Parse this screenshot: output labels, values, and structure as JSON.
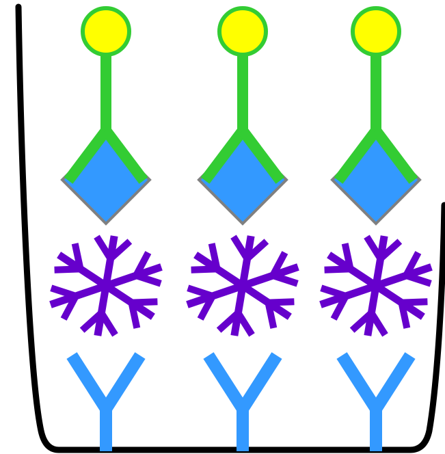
{
  "diagram": {
    "columns": [
      {
        "layers": [
          "labeled-detection-antibody",
          "antigen",
          "blocking-protein",
          "capture-antibody"
        ]
      },
      {
        "layers": [
          "labeled-detection-antibody",
          "antigen",
          "blocking-protein",
          "capture-antibody"
        ]
      },
      {
        "layers": [
          "labeled-detection-antibody",
          "antigen",
          "blocking-protein",
          "capture-antibody"
        ]
      }
    ],
    "colors": {
      "well_wall": "#000000",
      "background": "#ffffff",
      "label_fill": "#ffff00",
      "detection_antibody": "#33cc33",
      "antigen_fill": "#3399ff",
      "antigen_stroke": "#808080",
      "blocking_protein": "#6600cc",
      "capture_antibody": "#3399ff"
    },
    "icons": {
      "label": "yellow-circle",
      "detection_antibody": "green-y-antibody",
      "antigen": "blue-diamond",
      "blocking_protein": "purple-snowflake",
      "capture_antibody": "blue-y-antibody"
    }
  }
}
